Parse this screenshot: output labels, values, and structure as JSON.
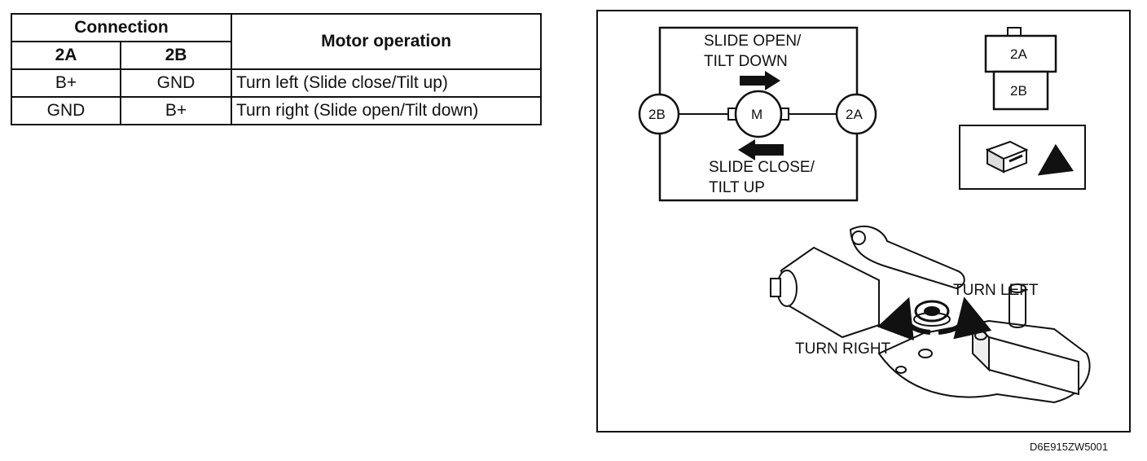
{
  "table": {
    "connection_header": "Connection",
    "col_2a": "2A",
    "col_2b": "2B",
    "operation_header": "Motor operation",
    "rows": [
      {
        "a": "B+",
        "b": "GND",
        "operation": "Turn left (Slide close/Tilt up)"
      },
      {
        "a": "GND",
        "b": "B+",
        "operation": "Turn right (Slide open/Tilt down)"
      }
    ]
  },
  "diagram": {
    "circuit": {
      "top_label_line1": "SLIDE OPEN/",
      "top_label_line2": "TILT DOWN",
      "bottom_label_line1": "SLIDE CLOSE/",
      "bottom_label_line2": "TILT UP",
      "left_terminal": "2B",
      "right_terminal": "2A",
      "motor": "M"
    },
    "connector": {
      "upper_pin": "2A",
      "lower_pin": "2B"
    },
    "motor_view": {
      "turn_left": "TURN LEFT",
      "turn_right": "TURN RIGHT"
    }
  },
  "figure_code": "D6E915ZW5001"
}
